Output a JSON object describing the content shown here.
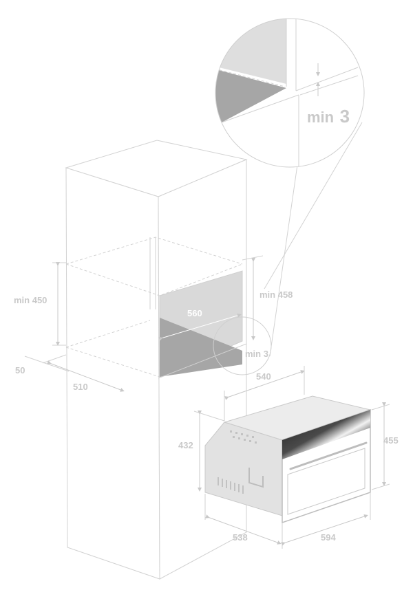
{
  "dimensions": {
    "niche_height": "min 450",
    "niche_height_right": "min 458",
    "niche_width": "560",
    "gap": "min 3",
    "left_offset": "50",
    "cabinet_depth": "510",
    "oven_depth": "540",
    "oven_height_side": "432",
    "oven_height_front": "455",
    "oven_depth_bottom": "538",
    "oven_width": "594"
  },
  "zoom_detail": {
    "gap_prefix": "min",
    "gap_value": "3"
  },
  "colors": {
    "line": "#d2d2d2",
    "label": "#c9c9c9",
    "niche_floor": "#a6a6a6",
    "control_panel": "#2a2a2a"
  }
}
